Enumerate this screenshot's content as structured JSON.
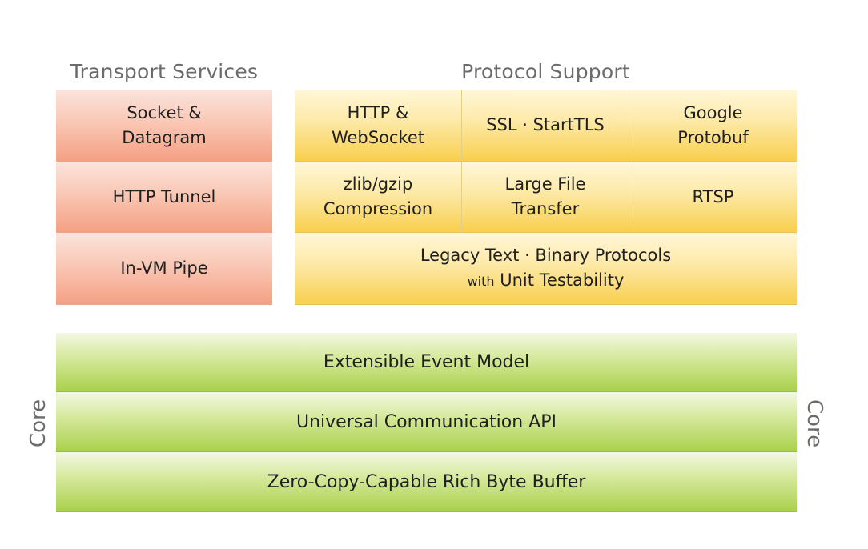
{
  "headings": {
    "transport": "Transport Services",
    "protocol": "Protocol Support"
  },
  "transport": {
    "socket": [
      "Socket &",
      "Datagram"
    ],
    "http_tunnel": "HTTP Tunnel",
    "in_vm_pipe": "In-VM Pipe"
  },
  "protocol": {
    "http_websocket": [
      "HTTP &",
      "WebSocket"
    ],
    "ssl_starttls": "SSL · StartTLS",
    "google_protobuf": [
      "Google",
      "Protobuf"
    ],
    "zlib_gzip": [
      "zlib/gzip",
      "Compression"
    ],
    "large_file": [
      "Large File",
      "Transfer"
    ],
    "rtsp": "RTSP",
    "legacy_line1": "Legacy Text · Binary Protocols",
    "legacy_with": "with",
    "legacy_unit": "Unit Testability"
  },
  "core": {
    "label": "Core",
    "event_model": "Extensible Event Model",
    "communication_api": "Universal Communication API",
    "byte_buffer": "Zero-Copy-Capable Rich Byte Buffer"
  },
  "colors": {
    "transport": "#f4a083",
    "protocol": "#f8cf4e",
    "core": "#a9d04a",
    "label_gray": "#6b6b6b"
  }
}
